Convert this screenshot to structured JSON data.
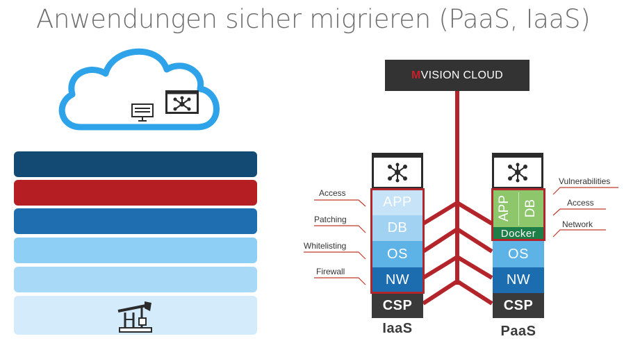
{
  "title": "Anwendungen sicher migrieren (PaaS, IaaS)",
  "colors": {
    "red": "#b3252a",
    "cloud_blue": "#2ea3ea",
    "dark": "#333333"
  },
  "left_bars": [
    {
      "color": "#134a73"
    },
    {
      "color": "#b51f24"
    },
    {
      "color": "#1f6fb0"
    },
    {
      "color": "#8ecff5"
    },
    {
      "color": "#a8d9f7"
    },
    {
      "color": "#d3ebfb"
    }
  ],
  "cloud": {
    "icons": [
      "server-icon",
      "network-app-icon"
    ]
  },
  "mvision": {
    "prefix": "M",
    "rest": "VISION CLOUD"
  },
  "iaas": {
    "label": "IaaS",
    "layers": [
      "APP",
      "DB",
      "OS",
      "NW",
      "CSP"
    ],
    "callouts": [
      "Access",
      "Patching",
      "Whitelisting",
      "Firewall"
    ]
  },
  "paas": {
    "label": "PaaS",
    "app": "APP",
    "db": "DB",
    "docker": "Docker",
    "layers": [
      "OS",
      "NW",
      "CSP"
    ],
    "callouts": [
      "Vulnerabilities",
      "Access",
      "Network"
    ]
  }
}
